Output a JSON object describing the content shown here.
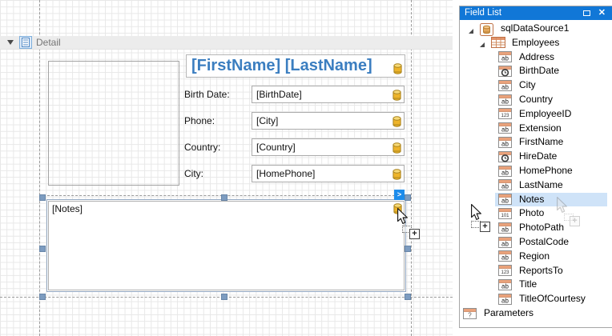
{
  "designer": {
    "band_label": "Detail",
    "title_label": "[FirstName] [LastName]",
    "field_rows": [
      {
        "label": "Birth Date:",
        "value": "[BirthDate]"
      },
      {
        "label": "Phone:",
        "value": "[City]"
      },
      {
        "label": "Country:",
        "value": "[Country]"
      },
      {
        "label": "City:",
        "value": "[HomePhone]"
      }
    ],
    "notes_label": "[Notes]",
    "smart_tag_glyph": ">"
  },
  "field_list": {
    "title": "Field List",
    "close_glyph": "✕",
    "nodes": [
      {
        "label": "sqlDataSource1",
        "type": "datasource",
        "indent": 10,
        "expandable": true,
        "selected": false
      },
      {
        "label": "Employees",
        "type": "table",
        "indent": 24,
        "expandable": true,
        "selected": false
      },
      {
        "label": "Address",
        "type": "ab",
        "indent": 48,
        "expandable": false,
        "selected": false
      },
      {
        "label": "BirthDate",
        "type": "clock",
        "indent": 48,
        "expandable": false,
        "selected": false
      },
      {
        "label": "City",
        "type": "ab",
        "indent": 48,
        "expandable": false,
        "selected": false
      },
      {
        "label": "Country",
        "type": "ab",
        "indent": 48,
        "expandable": false,
        "selected": false
      },
      {
        "label": "EmployeeID",
        "type": "123",
        "indent": 48,
        "expandable": false,
        "selected": false
      },
      {
        "label": "Extension",
        "type": "ab",
        "indent": 48,
        "expandable": false,
        "selected": false
      },
      {
        "label": "FirstName",
        "type": "ab",
        "indent": 48,
        "expandable": false,
        "selected": false
      },
      {
        "label": "HireDate",
        "type": "clock",
        "indent": 48,
        "expandable": false,
        "selected": false
      },
      {
        "label": "HomePhone",
        "type": "ab",
        "indent": 48,
        "expandable": false,
        "selected": false
      },
      {
        "label": "LastName",
        "type": "ab",
        "indent": 48,
        "expandable": false,
        "selected": false
      },
      {
        "label": "Notes",
        "type": "ab",
        "indent": 48,
        "expandable": false,
        "selected": true
      },
      {
        "label": "Photo",
        "type": "101",
        "indent": 48,
        "expandable": false,
        "selected": false
      },
      {
        "label": "PhotoPath",
        "type": "ab",
        "indent": 48,
        "expandable": false,
        "selected": false
      },
      {
        "label": "PostalCode",
        "type": "ab",
        "indent": 48,
        "expandable": false,
        "selected": false
      },
      {
        "label": "Region",
        "type": "ab",
        "indent": 48,
        "expandable": false,
        "selected": false
      },
      {
        "label": "ReportsTo",
        "type": "123",
        "indent": 48,
        "expandable": false,
        "selected": false
      },
      {
        "label": "Title",
        "type": "ab",
        "indent": 48,
        "expandable": false,
        "selected": false
      },
      {
        "label": "TitleOfCourtesy",
        "type": "ab",
        "indent": 48,
        "expandable": false,
        "selected": false
      },
      {
        "label": "Parameters",
        "type": "question",
        "indent": 4,
        "expandable": false,
        "selected": false
      }
    ],
    "icon_glyphs": {
      "ab": "ab",
      "int": "123",
      "binary": "101",
      "question": "?"
    }
  },
  "cursors": {
    "plus_glyph": "+"
  },
  "colors": {
    "panel_header_blue": "#1177d7",
    "tree_selection": "#cfe3f8",
    "title_text_blue": "#3b7ec0",
    "smart_tag_blue": "#1d8ceb",
    "handle_blue": "#7d9cc0",
    "icon_orange": "#bf7146",
    "binding_yellow": "#eeb42a"
  }
}
